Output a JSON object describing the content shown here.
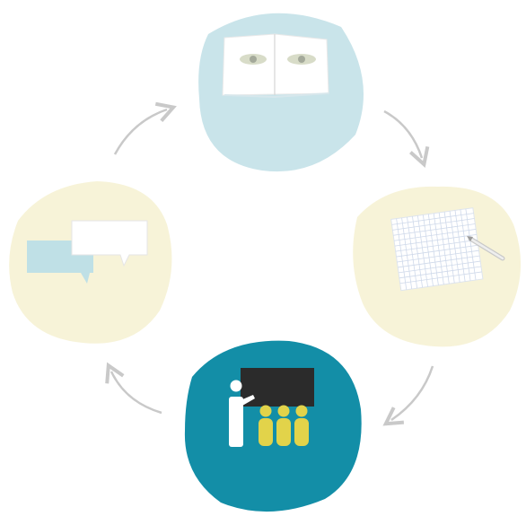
{
  "diagram": {
    "kind": "cycle",
    "direction": "clockwise",
    "nodes": [
      {
        "id": "reading",
        "icon": "open-book-icon",
        "color": "#c9e4ea"
      },
      {
        "id": "writing",
        "icon": "grid-paper-pencil-icon",
        "color": "#f7f3d8"
      },
      {
        "id": "teaching",
        "icon": "teacher-with-students-icon",
        "color": "#138ea7"
      },
      {
        "id": "discussion",
        "icon": "speech-bubbles-icon",
        "color": "#f7f3d8"
      }
    ],
    "arrows": [
      {
        "from": "reading",
        "to": "writing"
      },
      {
        "from": "writing",
        "to": "teaching"
      },
      {
        "from": "teaching",
        "to": "discussion"
      },
      {
        "from": "discussion",
        "to": "reading"
      }
    ],
    "colors": {
      "arrow": "#c9c9c9",
      "chalkboard": "#2b2b2b",
      "student": "#e2d34a",
      "teacher": "#ffffff"
    }
  }
}
